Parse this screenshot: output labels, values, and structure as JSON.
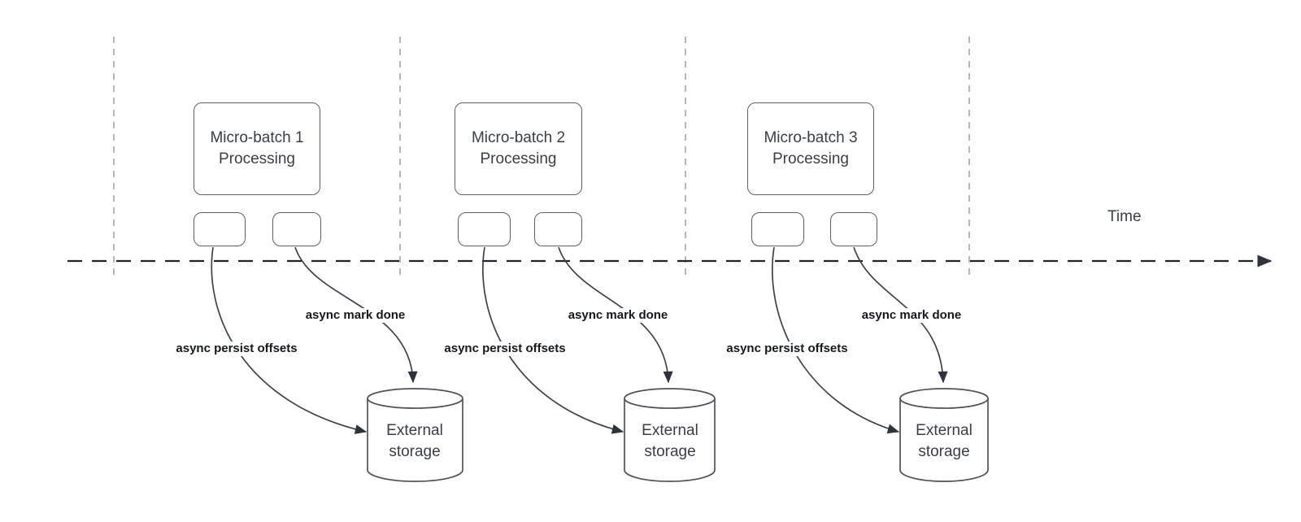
{
  "timeline": {
    "label": "Time"
  },
  "groups": [
    {
      "title_line1": "Micro-batch 1",
      "title_line2": "Processing",
      "persist_arrow_label": "async persist offsets",
      "done_arrow_label": "async mark done",
      "storage_line1": "External",
      "storage_line2": "storage"
    },
    {
      "title_line1": "Micro-batch 2",
      "title_line2": "Processing",
      "persist_arrow_label": "async persist offsets",
      "done_arrow_label": "async mark done",
      "storage_line1": "External",
      "storage_line2": "storage"
    },
    {
      "title_line1": "Micro-batch 3",
      "title_line2": "Processing",
      "persist_arrow_label": "async persist offsets",
      "done_arrow_label": "async mark done",
      "storage_line1": "External",
      "storage_line2": "storage"
    }
  ],
  "colors": {
    "background": "#ffffff",
    "timeline_stroke": "#202327",
    "guide_stroke": "#b4b7bb",
    "shape_border": "#596066",
    "connector_stroke": "#3c424b",
    "arrowhead_fill": "#2e333c",
    "text": "#383e48",
    "label_text": "#15181c"
  }
}
